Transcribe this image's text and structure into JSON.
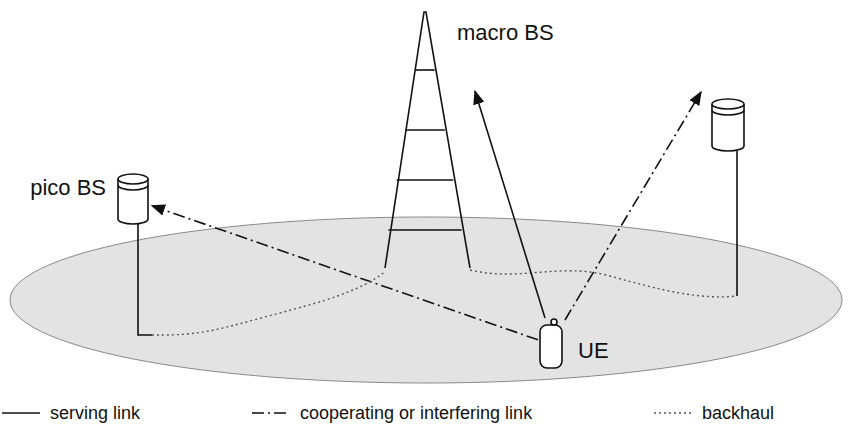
{
  "diagram": {
    "nodes": [
      {
        "text": [
          "macro BS"
        ]
      },
      {
        "text": [
          "pico BS"
        ]
      },
      {
        "text": [
          "UE"
        ]
      }
    ],
    "edges": [
      {
        "from": 2,
        "to": 0,
        "arrow": "to"
      },
      {
        "from": 2,
        "to": 1,
        "arrow": "to"
      },
      {
        "from": 1,
        "to": 0,
        "arrow": "none"
      }
    ],
    "legend": [
      {
        "text": "serving link"
      },
      {
        "text": "cooperating or interfering link"
      },
      {
        "text": "backhaul"
      }
    ]
  }
}
